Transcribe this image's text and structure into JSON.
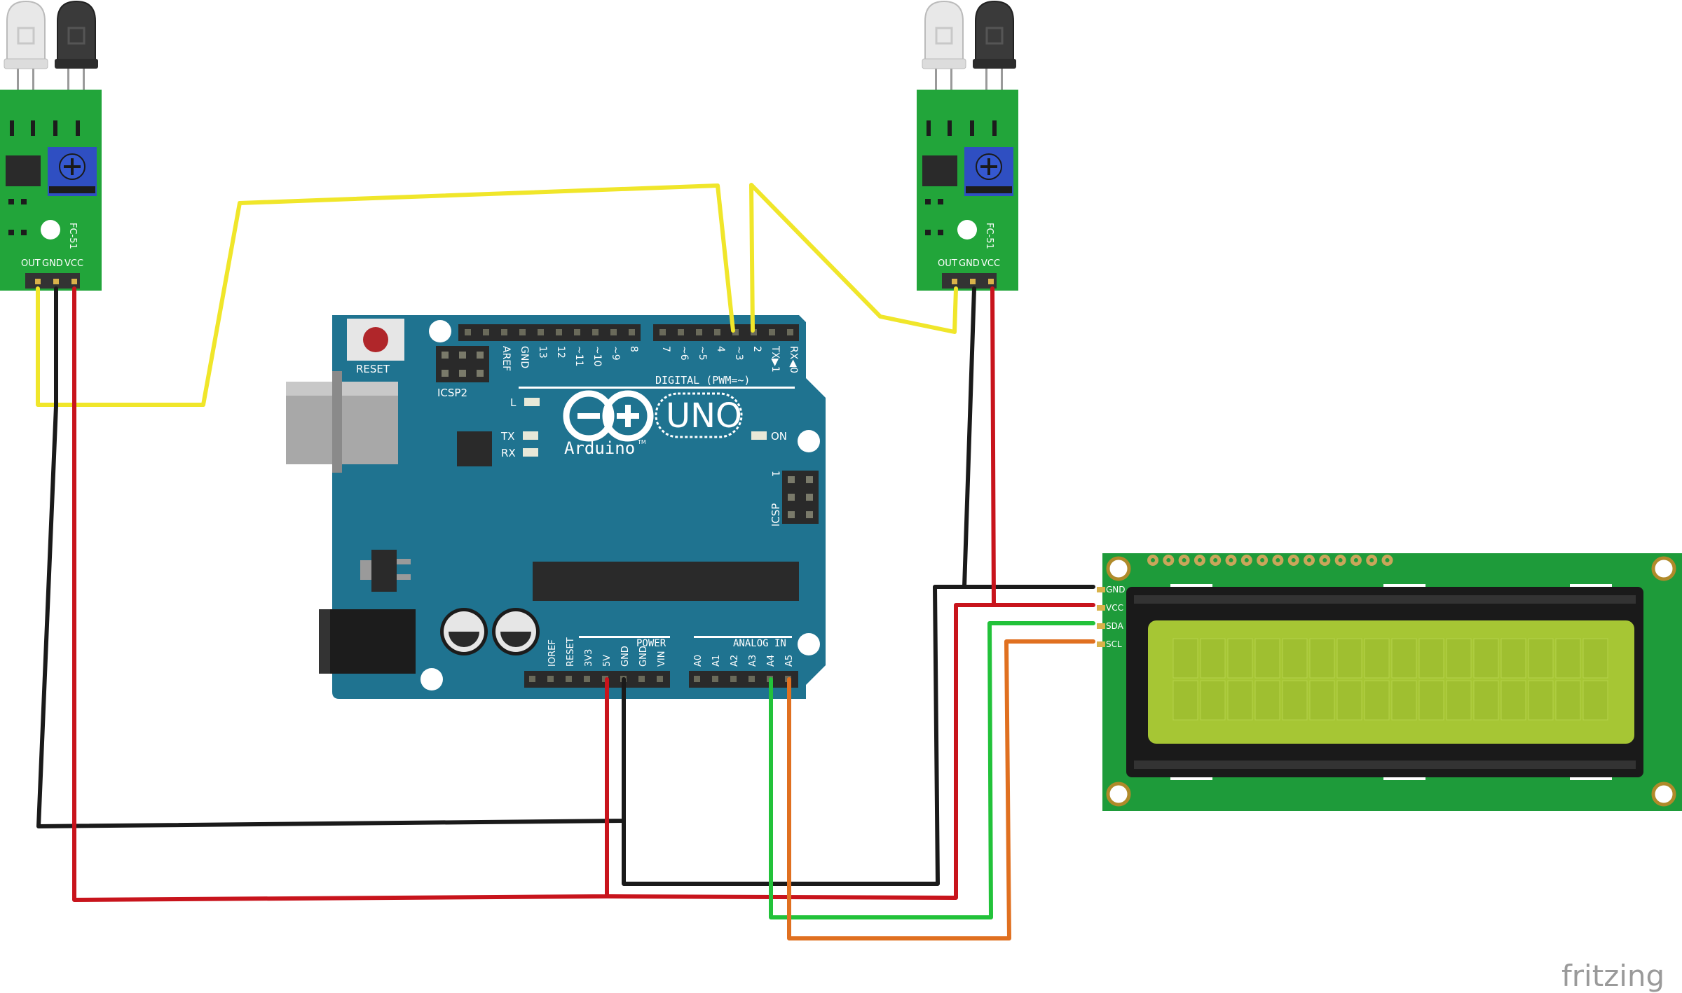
{
  "sensors": [
    {
      "pin_labels": {
        "out": "OUT",
        "gnd": "GND",
        "vcc": "VCC"
      },
      "module_label": "FC-51"
    },
    {
      "pin_labels": {
        "out": "OUT",
        "gnd": "GND",
        "vcc": "VCC"
      },
      "module_label": "FC-51"
    }
  ],
  "arduino": {
    "reset_label": "RESET",
    "icsp2_label": "ICSP2",
    "icsp_label": "ICSP",
    "icsp_pin1": "1",
    "digital_section": "DIGITAL (PWM=~)",
    "digital_pins": [
      "AREF",
      "GND",
      "13",
      "12",
      "~11",
      "~10",
      "~9",
      "8",
      "7",
      "~6",
      "~5",
      "4",
      "~3",
      "2",
      "TX▶1",
      "RX◀0"
    ],
    "led_l": "L",
    "led_tx": "TX",
    "led_rx": "RX",
    "led_on": "ON",
    "brand": "Arduino",
    "trademark": "TM",
    "model": "UNO",
    "power_section": "POWER",
    "power_pins": [
      "IOREF",
      "RESET",
      "3V3",
      "5V",
      "GND",
      "GND",
      "VIN"
    ],
    "analog_section": "ANALOG IN",
    "analog_pins": [
      "A0",
      "A1",
      "A2",
      "A3",
      "A4",
      "A5"
    ]
  },
  "lcd": {
    "pins": [
      "GND",
      "VCC",
      "SDA",
      "SCL"
    ]
  },
  "wire_colors": {
    "signal": "#f0e62a",
    "ground": "#1a1a1a",
    "power": "#c8141c",
    "sda": "#22c23a",
    "scl": "#e07020"
  },
  "watermark": "fritzing"
}
